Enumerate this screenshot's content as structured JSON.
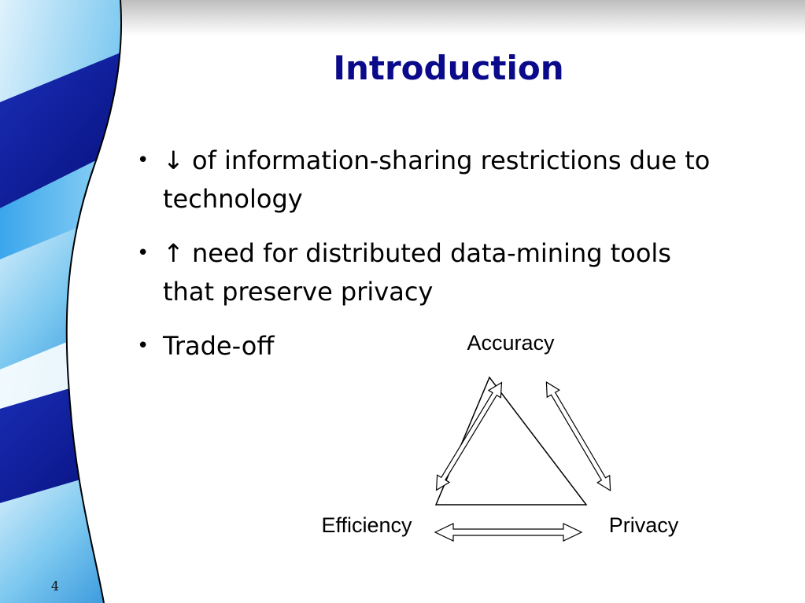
{
  "slide": {
    "title": "Introduction",
    "bullets": [
      {
        "text": "↓ of information-sharing restrictions due to technology"
      },
      {
        "text": "↑ need for distributed data-mining tools that preserve privacy"
      },
      {
        "text": "Trade-off"
      }
    ],
    "bullet_marker": "•",
    "number": "4"
  },
  "diagram": {
    "labels": {
      "top": "Accuracy",
      "left": "Efficiency",
      "right": "Privacy"
    }
  },
  "colors": {
    "title": "#0a0a8a",
    "decoration_dark_blue": "#0a1a9c",
    "decoration_light_blue": "#5fb8ee"
  }
}
